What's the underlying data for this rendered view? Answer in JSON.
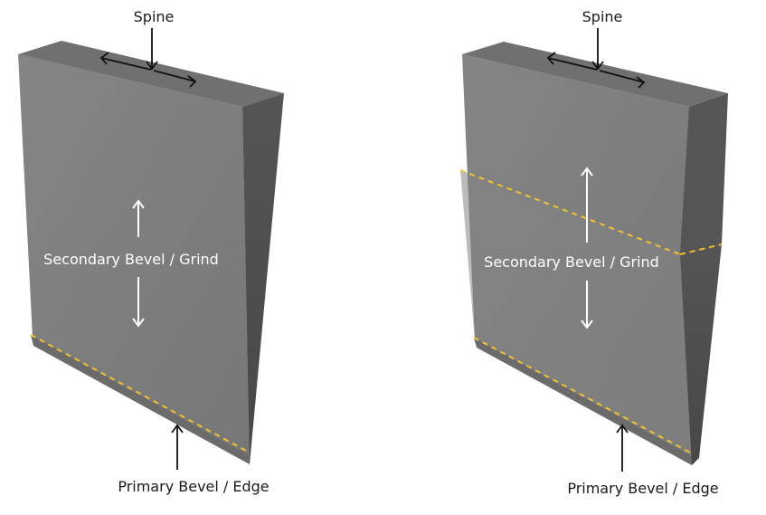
{
  "colors": {
    "front_face": "#7e7e7e",
    "top_face": "#6f6f6f",
    "side_face": "#4f4f4f",
    "side_face_dark": "#474747",
    "primary_bevel": "#6a6a6a",
    "dashed_line": "#f2c230",
    "dark_arrow": "#111111",
    "light_arrow": "#ffffff"
  },
  "left_blade": {
    "spine_label": "Spine",
    "grind_label": "Secondary Bevel / Grind",
    "edge_label": "Primary Bevel / Edge"
  },
  "right_blade": {
    "spine_label": "Spine",
    "grind_label": "Secondary Bevel / Grind",
    "edge_label": "Primary Bevel / Edge"
  }
}
